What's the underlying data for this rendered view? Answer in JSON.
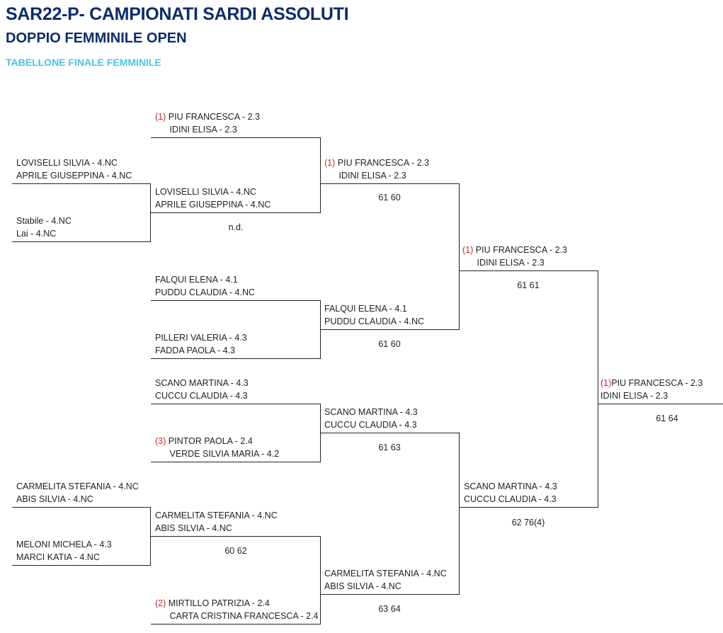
{
  "header": {
    "title": "SAR22-P- CAMPIONATI SARDI ASSOLUTI",
    "subtitle": "DOPPIO FEMMINILE OPEN",
    "section": "TABELLONE FINALE FEMMINILE"
  },
  "colors": {
    "title": "#0b2d6b",
    "section": "#4cc3e6",
    "seed": "#c8282e",
    "line": "#222222"
  },
  "bracket": {
    "round0": {
      "p1": {
        "a": "LOVISELLI SILVIA - 4.NC",
        "b": "APRILE GIUSEPPINA - 4.NC"
      },
      "p2": {
        "a": "Stabile - 4.NC",
        "b": "Lai - 4.NC"
      },
      "p3": {
        "a": "CARMELITA STEFANIA - 4.NC",
        "b": "ABIS SILVIA - 4.NC"
      },
      "p4": {
        "a": "MELONI MICHELA - 4.3",
        "b": "MARCI KATIA - 4.NC"
      }
    },
    "round1": {
      "p1": {
        "seed": "(1)",
        "a": "PIU FRANCESCA - 2.3",
        "b": "IDINI ELISA - 2.3"
      },
      "p2": {
        "a": "LOVISELLI SILVIA - 4.NC",
        "b": "APRILE GIUSEPPINA - 4.NC",
        "score": "n.d."
      },
      "p3": {
        "a": "FALQUI ELENA - 4.1",
        "b": "PUDDU CLAUDIA - 4.NC"
      },
      "p4": {
        "a": "PILLERI VALERIA - 4.3",
        "b": "FADDA PAOLA - 4.3"
      },
      "p5": {
        "a": "SCANO MARTINA - 4.3",
        "b": "CUCCU CLAUDIA - 4.3"
      },
      "p6": {
        "seed": "(3)",
        "a": "PINTOR PAOLA - 2.4",
        "b": "VERDE SILVIA MARIA - 4.2"
      },
      "p7": {
        "a": "CARMELITA STEFANIA - 4.NC",
        "b": "ABIS SILVIA - 4.NC",
        "score": "60 62"
      },
      "p8": {
        "seed": "(2)",
        "a": "MIRTILLO PATRIZIA - 2.4",
        "b": "CARTA CRISTINA FRANCESCA - 2.4"
      }
    },
    "round2": {
      "p1": {
        "seed": "(1)",
        "a": "PIU FRANCESCA - 2.3",
        "b": "IDINI ELISA - 2.3",
        "score": "61 60"
      },
      "p2": {
        "a": "FALQUI ELENA - 4.1",
        "b": "PUDDU CLAUDIA - 4.NC",
        "score": "61 60"
      },
      "p3": {
        "a": "SCANO MARTINA - 4.3",
        "b": "CUCCU CLAUDIA - 4.3",
        "score": "61 63"
      },
      "p4": {
        "a": "CARMELITA STEFANIA - 4.NC",
        "b": "ABIS SILVIA - 4.NC",
        "score": "63 64"
      }
    },
    "round3": {
      "p1": {
        "seed": "(1)",
        "a": "PIU FRANCESCA - 2.3",
        "b": "IDINI ELISA - 2.3",
        "score": "61 61"
      },
      "p2": {
        "a": "SCANO MARTINA - 4.3",
        "b": "CUCCU CLAUDIA - 4.3",
        "score": "62 76(4)"
      }
    },
    "final": {
      "seed": "(1)",
      "a": "PIU FRANCESCA - 2.3",
      "b": "IDINI ELISA - 2.3",
      "score": "61 64"
    }
  }
}
